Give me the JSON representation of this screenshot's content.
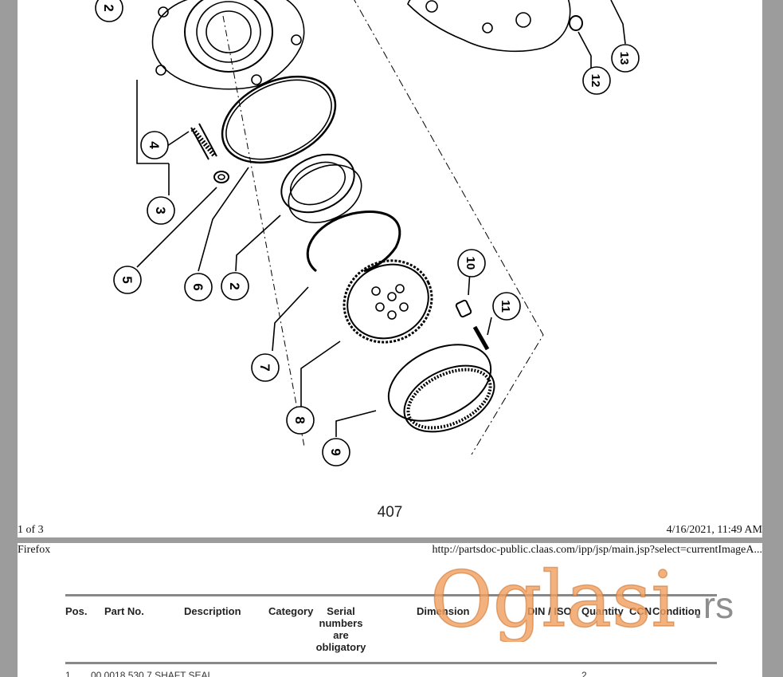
{
  "diagram": {
    "callouts": [
      "2",
      "4",
      "3",
      "5",
      "6",
      "2",
      "7",
      "8",
      "9",
      "10",
      "11",
      "12",
      "13"
    ]
  },
  "page_label": "407",
  "print_footer": {
    "left": "1 of 3",
    "right": "4/16/2021, 11:49 AM"
  },
  "print_header": {
    "left": "Firefox",
    "right": "http://partsdoc-public.claas.com/ipp/jsp/main.jsp?select=currentImageA..."
  },
  "table": {
    "headers": {
      "pos": "Pos.",
      "part_no": "Part No.",
      "description": "Description",
      "category": "Category",
      "serial_1": "Serial",
      "serial_2": "numbers",
      "serial_3": "are",
      "serial_4": "obligatory",
      "dimension": "Dimension",
      "din_iso": "DIN / ISO",
      "quantity": "Quantity",
      "ccn": "CCN",
      "condition": "Condition"
    },
    "partial_row": {
      "pos": "1",
      "text": "00 0018 530 7 SHAFT SEAL",
      "qty": "2"
    }
  },
  "watermark": {
    "brand": "Oglasi",
    "tld": ".rs"
  },
  "colors": {
    "watermark_orange": "#f0a060",
    "watermark_gray": "#7a7a7a",
    "gutter": "#9c9c9c"
  }
}
